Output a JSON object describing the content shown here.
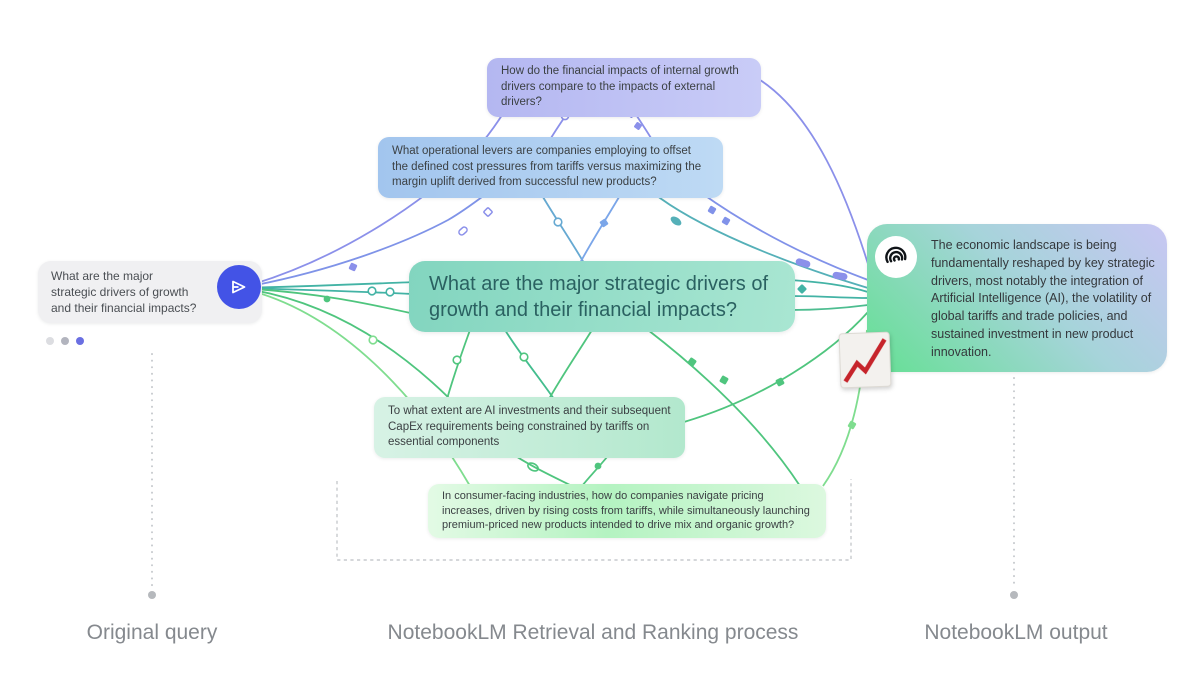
{
  "left_panel": {
    "query_text": "What are the major strategic drivers of growth and their financial impacts?",
    "send_icon": "send-icon",
    "typing_indicator_dots": 3
  },
  "process": {
    "central_query": "What are the major strategic drivers of growth and their financial impacts?",
    "generated_questions": [
      {
        "text": "How do the financial impacts of internal growth drivers compare to the impacts of external drivers?",
        "theme": "#b9bcf2"
      },
      {
        "text": "What operational levers are companies employing to offset the defined cost pressures from tariffs versus maximizing the margin uplift derived from successful new products?",
        "theme": "#aacdef"
      },
      {
        "text": "To what extent are AI investments and their subsequent CapEx requirements being constrained by tariffs on essential components",
        "theme": "#bcebd2"
      },
      {
        "text": "In consumer-facing industries, how do companies navigate pricing increases, driven by rising costs from tariffs, while simultaneously launching premium-priced new products intended to drive mix and organic growth?",
        "theme": "#bdf4c7"
      }
    ]
  },
  "output_panel": {
    "text": "The economic landscape is being fundamentally reshaped by key strategic drivers, most notably the integration of Artificial Intelligence (AI), the volatility of global tariffs and trade policies, and sustained investment in new product innovation.",
    "logo_icon": "notebooklm-logo",
    "chart_icon": "chart-increasing"
  },
  "captions": {
    "left": "Original query",
    "center": "NotebookLM Retrieval and Ranking process",
    "right": "NotebookLM output"
  },
  "colors": {
    "send_button": "#4353e6",
    "central_box_gradient": [
      "#82d5bf",
      "#a9e6d2"
    ],
    "central_text": "#2a6161",
    "output_gradient": [
      "#63e092",
      "#a6d4da",
      "#c8c6f3"
    ],
    "line_purple": "#8b90ea",
    "line_blue": "#7ba6e9",
    "line_teal": "#43b3a5",
    "line_green": "#4fc57e",
    "line_light_green": "#7fdd8f",
    "guide_gray": "#c7cace",
    "caption_gray": "#85898e",
    "chart_line_red": "#c6242b"
  }
}
